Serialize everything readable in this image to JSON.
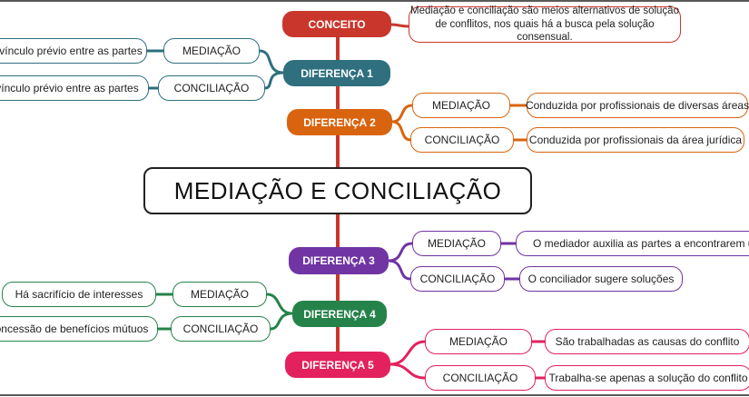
{
  "central_topic": "MEDIAÇÃO E CONCILIAÇÃO",
  "colors": {
    "conceito": "#c9372c",
    "diferenca_1": "#2f6f7e",
    "diferenca_2": "#d9640f",
    "diferenca_3": "#7034a3",
    "diferenca_4": "#25834a",
    "diferenca_5": "#e3215e",
    "central_border": "#222222",
    "trunk": "#c9372c"
  },
  "branches": {
    "conceito": {
      "label": "CONCEITO",
      "text": "Mediação e conciliação são meios alternativos de solução de conflitos, nos quais há a busca pela solução consensual."
    },
    "diferenca_1": {
      "label": "DIFERENÇA 1",
      "side": "left",
      "mediacao": {
        "label": "MEDIAÇÃO",
        "text": "á vínculo prévio entre as partes"
      },
      "conciliacao": {
        "label": "CONCILIAÇÃO",
        "text": "vínculo prévio entre as partes"
      }
    },
    "diferenca_2": {
      "label": "DIFERENÇA 2",
      "side": "right",
      "mediacao": {
        "label": "MEDIAÇÃO",
        "text": "Conduzida por profissionais de diversas áreas"
      },
      "conciliacao": {
        "label": "CONCILIAÇÃO",
        "text": "Conduzida por profissionais da área jurídica"
      }
    },
    "diferenca_3": {
      "label": "DIFERENÇA 3",
      "side": "right",
      "mediacao": {
        "label": "MEDIAÇÃO",
        "text": "O mediador auxilia as partes a encontrarem uma"
      },
      "conciliacao": {
        "label": "CONCILIAÇÃO",
        "text": "O conciliador sugere soluções"
      }
    },
    "diferenca_4": {
      "label": "DIFERENÇA 4",
      "side": "left",
      "mediacao": {
        "label": "MEDIAÇÃO",
        "text": "Há sacrifício de interesses"
      },
      "conciliacao": {
        "label": "CONCILIAÇÃO",
        "text": "concessão de benefícios mútuos"
      }
    },
    "diferenca_5": {
      "label": "DIFERENÇA 5",
      "side": "right",
      "mediacao": {
        "label": "MEDIAÇÃO",
        "text": "São trabalhadas as causas do conflito"
      },
      "conciliacao": {
        "label": "CONCILIAÇÃO",
        "text": "Trabalha-se apenas a solução do conflito"
      }
    }
  }
}
